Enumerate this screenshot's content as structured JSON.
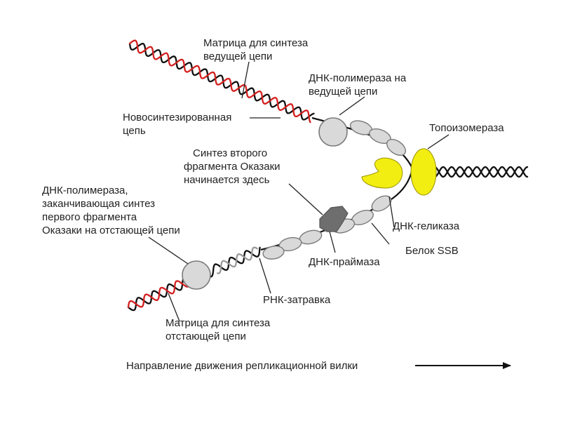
{
  "labels": {
    "leading_template": [
      "Матрица для синтеза",
      "ведущей цепи"
    ],
    "leading_polymerase": [
      "ДНК-полимераза на",
      "ведущей цепи"
    ],
    "new_strand": [
      "Новосинтезированная",
      "цепь"
    ],
    "topoisomerase": [
      "Топоизомераза"
    ],
    "second_okazaki": [
      "Синтез второго",
      "фрагмента Оказаки",
      "начинается здесь"
    ],
    "lagging_polymerase": [
      "ДНК-полимераза,",
      "заканчивающая синтез",
      "первого фрагмента",
      "Оказаки на отстающей цепи"
    ],
    "helicase": [
      "ДНК-геликаза"
    ],
    "ssb": [
      "Белок SSB"
    ],
    "primase": [
      "ДНК-праймаза"
    ],
    "rna_primer": [
      "РНК-затравка"
    ],
    "lagging_template": [
      "Матрица для синтеза",
      "отстающей цепи"
    ],
    "direction": [
      "Направление движения репликационной вилки"
    ]
  },
  "colors": {
    "template_strand": "#111111",
    "new_strand": "#d42020",
    "rna_primer": "#9a9a9a",
    "protein_fill": "#d9d9d9",
    "protein_outline": "#7a7a7a",
    "yellow_protein": "#f2ee12",
    "primase_fill": "#6e6e6e"
  },
  "icons": {
    "topoisomerase": "yellow-oval",
    "helicase": "yellow-crescent",
    "primase": "gray-blob",
    "polymerase": "gray-circle",
    "ssb": "gray-oval",
    "direction": "right-arrow"
  }
}
